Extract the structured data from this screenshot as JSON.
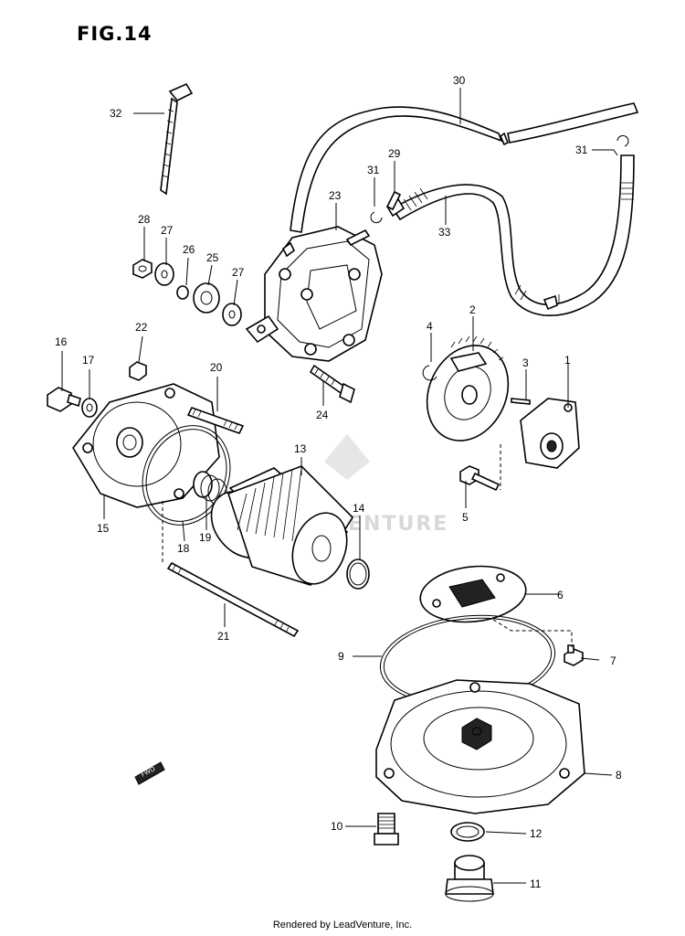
{
  "figure": {
    "title": "FIG.14"
  },
  "watermark": {
    "text": "VENTURE"
  },
  "callouts": {
    "p1": "1",
    "p2": "2",
    "p3": "3",
    "p4": "4",
    "p5": "5",
    "p6": "6",
    "p7": "7",
    "p8": "8",
    "p9": "9",
    "p10": "10",
    "p11": "11",
    "p12": "12",
    "p13": "13",
    "p14": "14",
    "p15": "15",
    "p16": "16",
    "p17": "17",
    "p18": "18",
    "p19": "19",
    "p20": "20",
    "p21": "21",
    "p22": "22",
    "p23": "23",
    "p24": "24",
    "p25": "25",
    "p26": "26",
    "p27a": "27",
    "p27b": "27",
    "p28": "28",
    "p29": "29",
    "p30": "30",
    "p31a": "31",
    "p31b": "31",
    "p32": "32",
    "p33": "33"
  },
  "credit": {
    "text": "Rendered by LeadVenture, Inc."
  }
}
